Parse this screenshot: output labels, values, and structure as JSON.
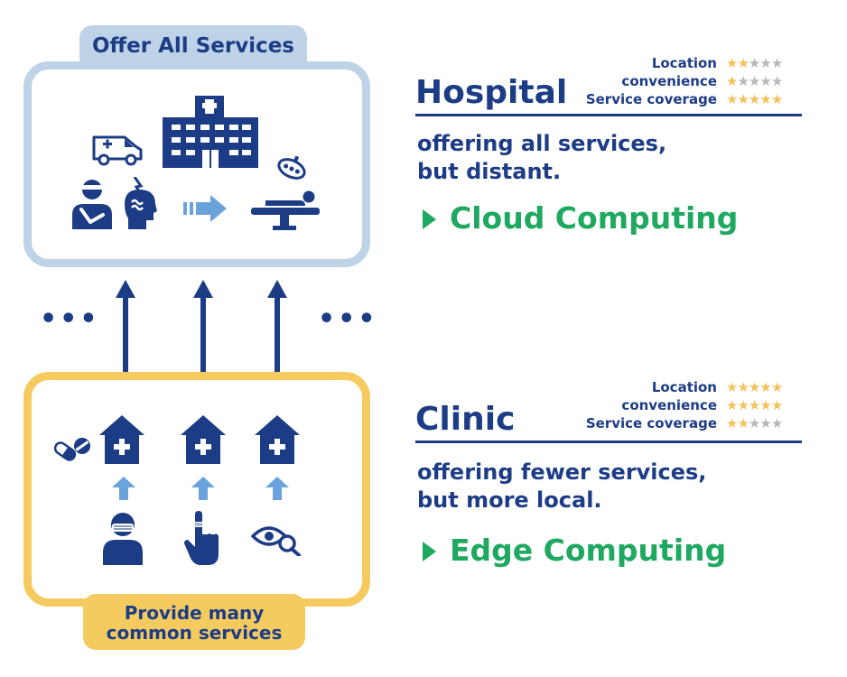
{
  "cloud_panel": {
    "tab_label": "Offer All Services",
    "icons": [
      "ambulance-icon",
      "hospital-building-icon",
      "injured-patient-icon",
      "headache-icon",
      "right-arrow-icon",
      "surgery-icon",
      "surgical-lamp-icon"
    ]
  },
  "edge_panel": {
    "tab_label_line1": "Provide many",
    "tab_label_line2": "common services",
    "icons": [
      "pills-icon",
      "clinic-house-icon",
      "patient-mask-icon",
      "finger-bandage-icon",
      "eye-exam-icon",
      "up-arrow-icon"
    ]
  },
  "ellipsis": "•••",
  "hospital": {
    "title": "Hospital",
    "ratings": [
      {
        "label": "Location",
        "stars": 2
      },
      {
        "label": "convenience",
        "stars": 1
      },
      {
        "label": "Service coverage",
        "stars": 5
      }
    ],
    "desc_line1": "offering all services,",
    "desc_line2": "but distant.",
    "computing": "Cloud Computing"
  },
  "clinic": {
    "title": "Clinic",
    "ratings": [
      {
        "label": "Location",
        "stars": 5
      },
      {
        "label": "convenience",
        "stars": 5
      },
      {
        "label": "Service coverage",
        "stars": 2
      }
    ],
    "desc_line1": "offering fewer services,",
    "desc_line2": "but more local.",
    "computing": "Edge Computing"
  },
  "colors": {
    "navy": "#1d3c86",
    "light_blue": "#bed3e8",
    "arrow_blue": "#6aa3dc",
    "yellow": "#f5cb5f",
    "green": "#1ea860",
    "star_on": "#f3c25a",
    "star_off": "#b7b7b7"
  }
}
